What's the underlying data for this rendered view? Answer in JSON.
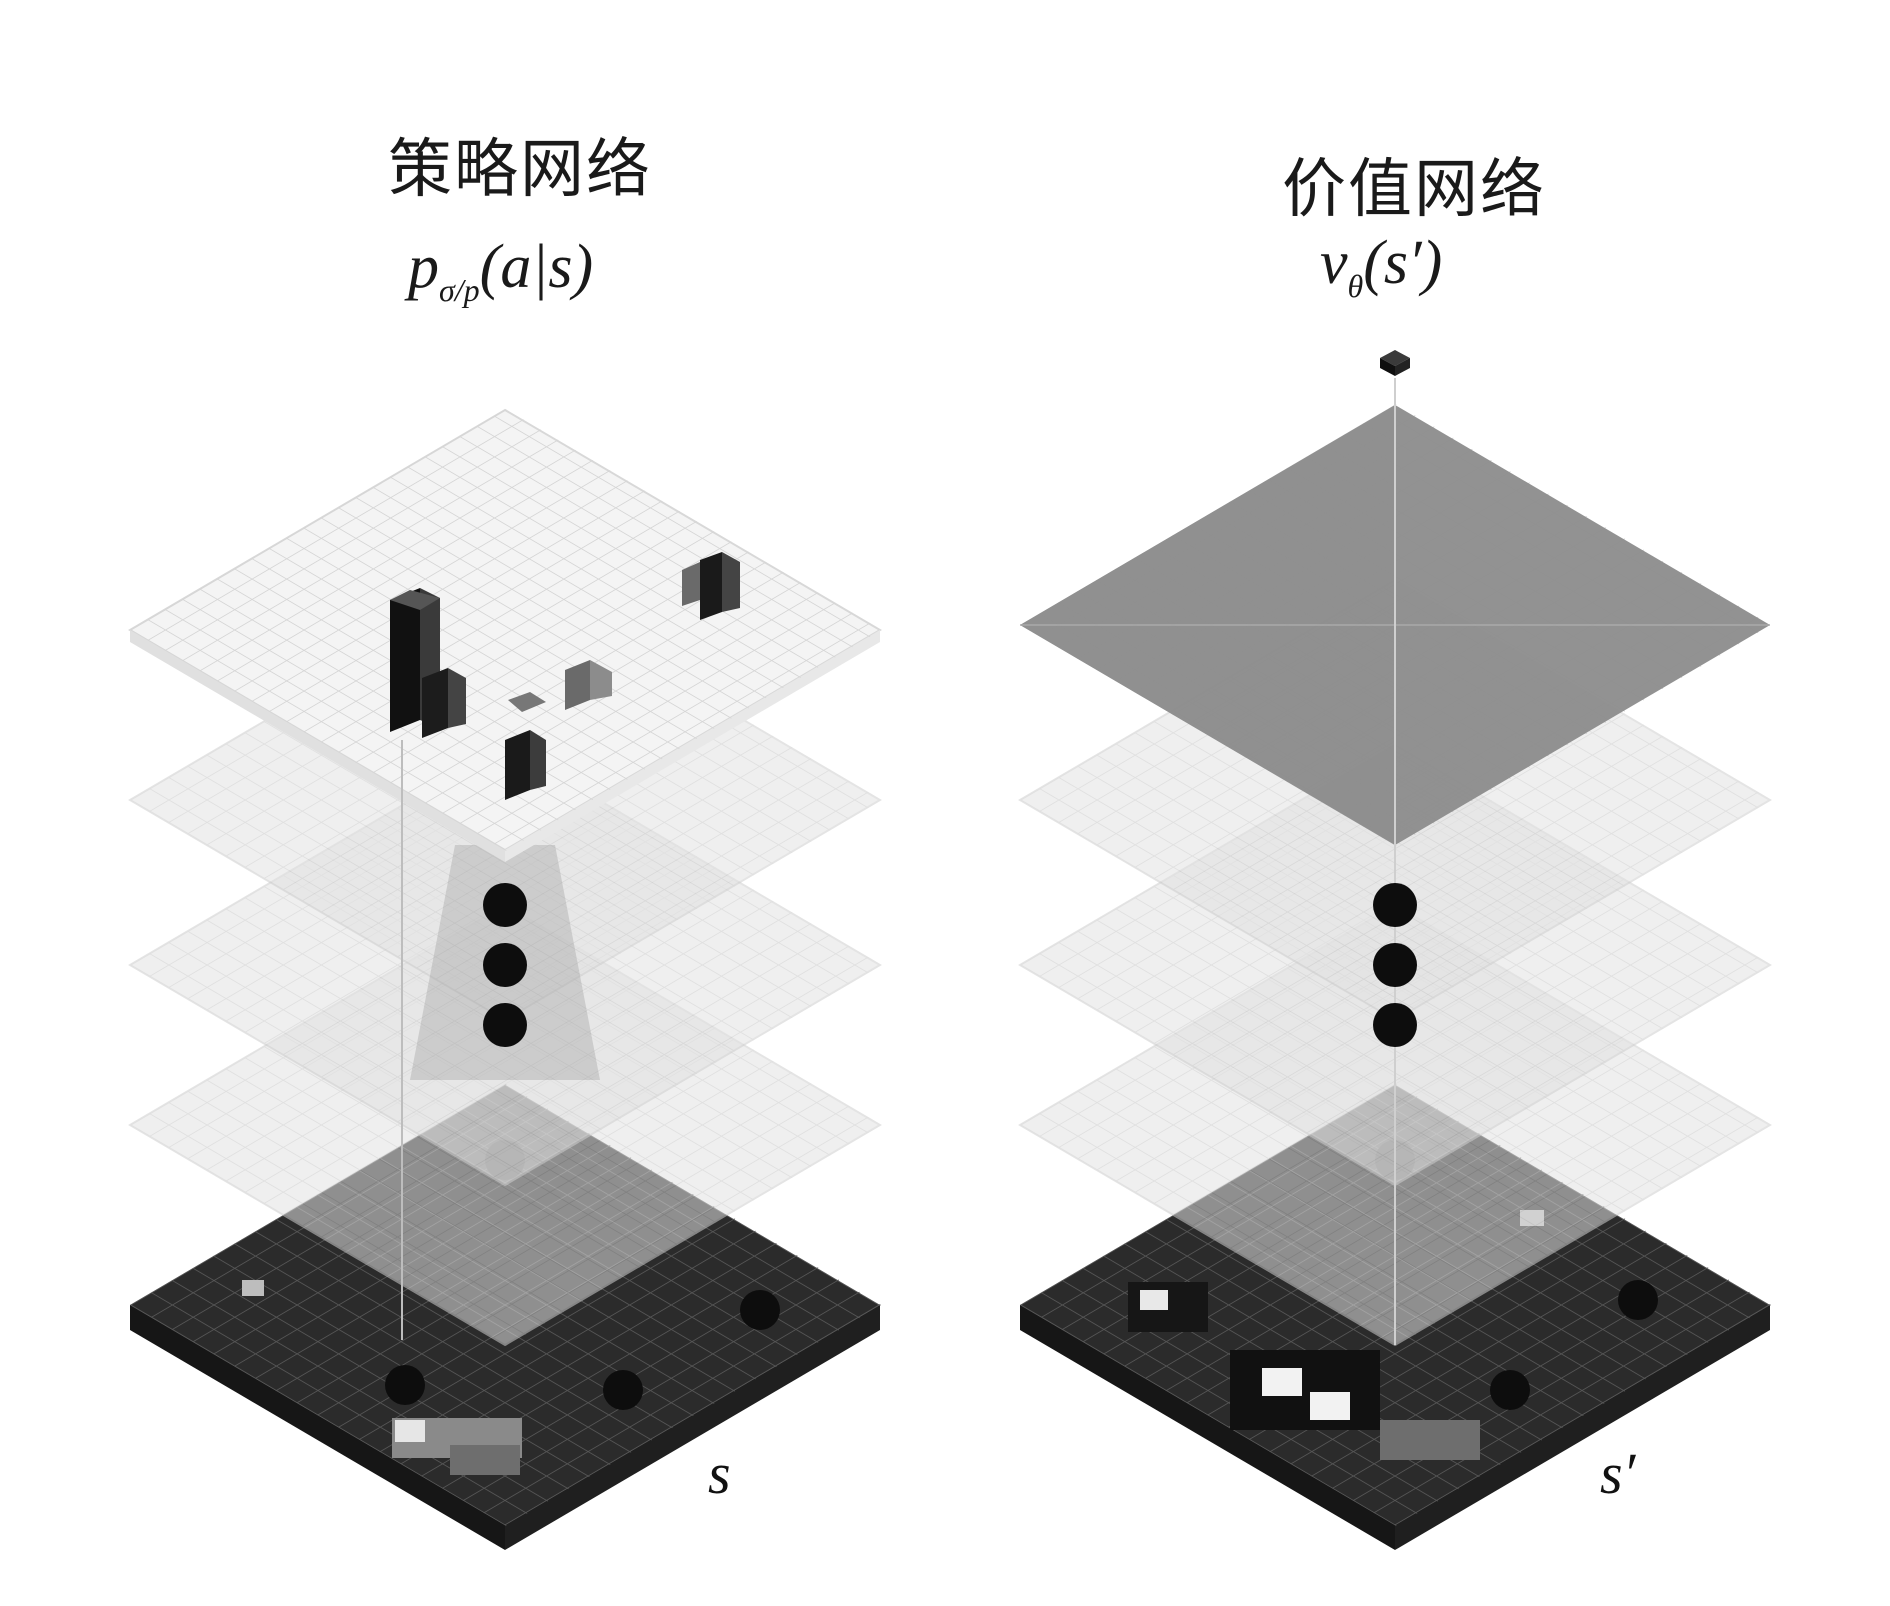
{
  "policy": {
    "title": "策略网络",
    "formula_base": "p",
    "formula_sub": "σ/p",
    "formula_arg": "(a|s)",
    "state_label": "s"
  },
  "value": {
    "title": "价值网络",
    "formula_base": "v",
    "formula_sub": "θ",
    "formula_arg": "(s′)",
    "state_label": "s′"
  },
  "colors": {
    "board": "#2a2a2a",
    "light_layer": "#e6e6e6",
    "value_top": "#8a8a8a",
    "dot": "#0d0d0d"
  },
  "icons": [
    "ellipsis-dot",
    "go-stone",
    "probability-bar"
  ]
}
